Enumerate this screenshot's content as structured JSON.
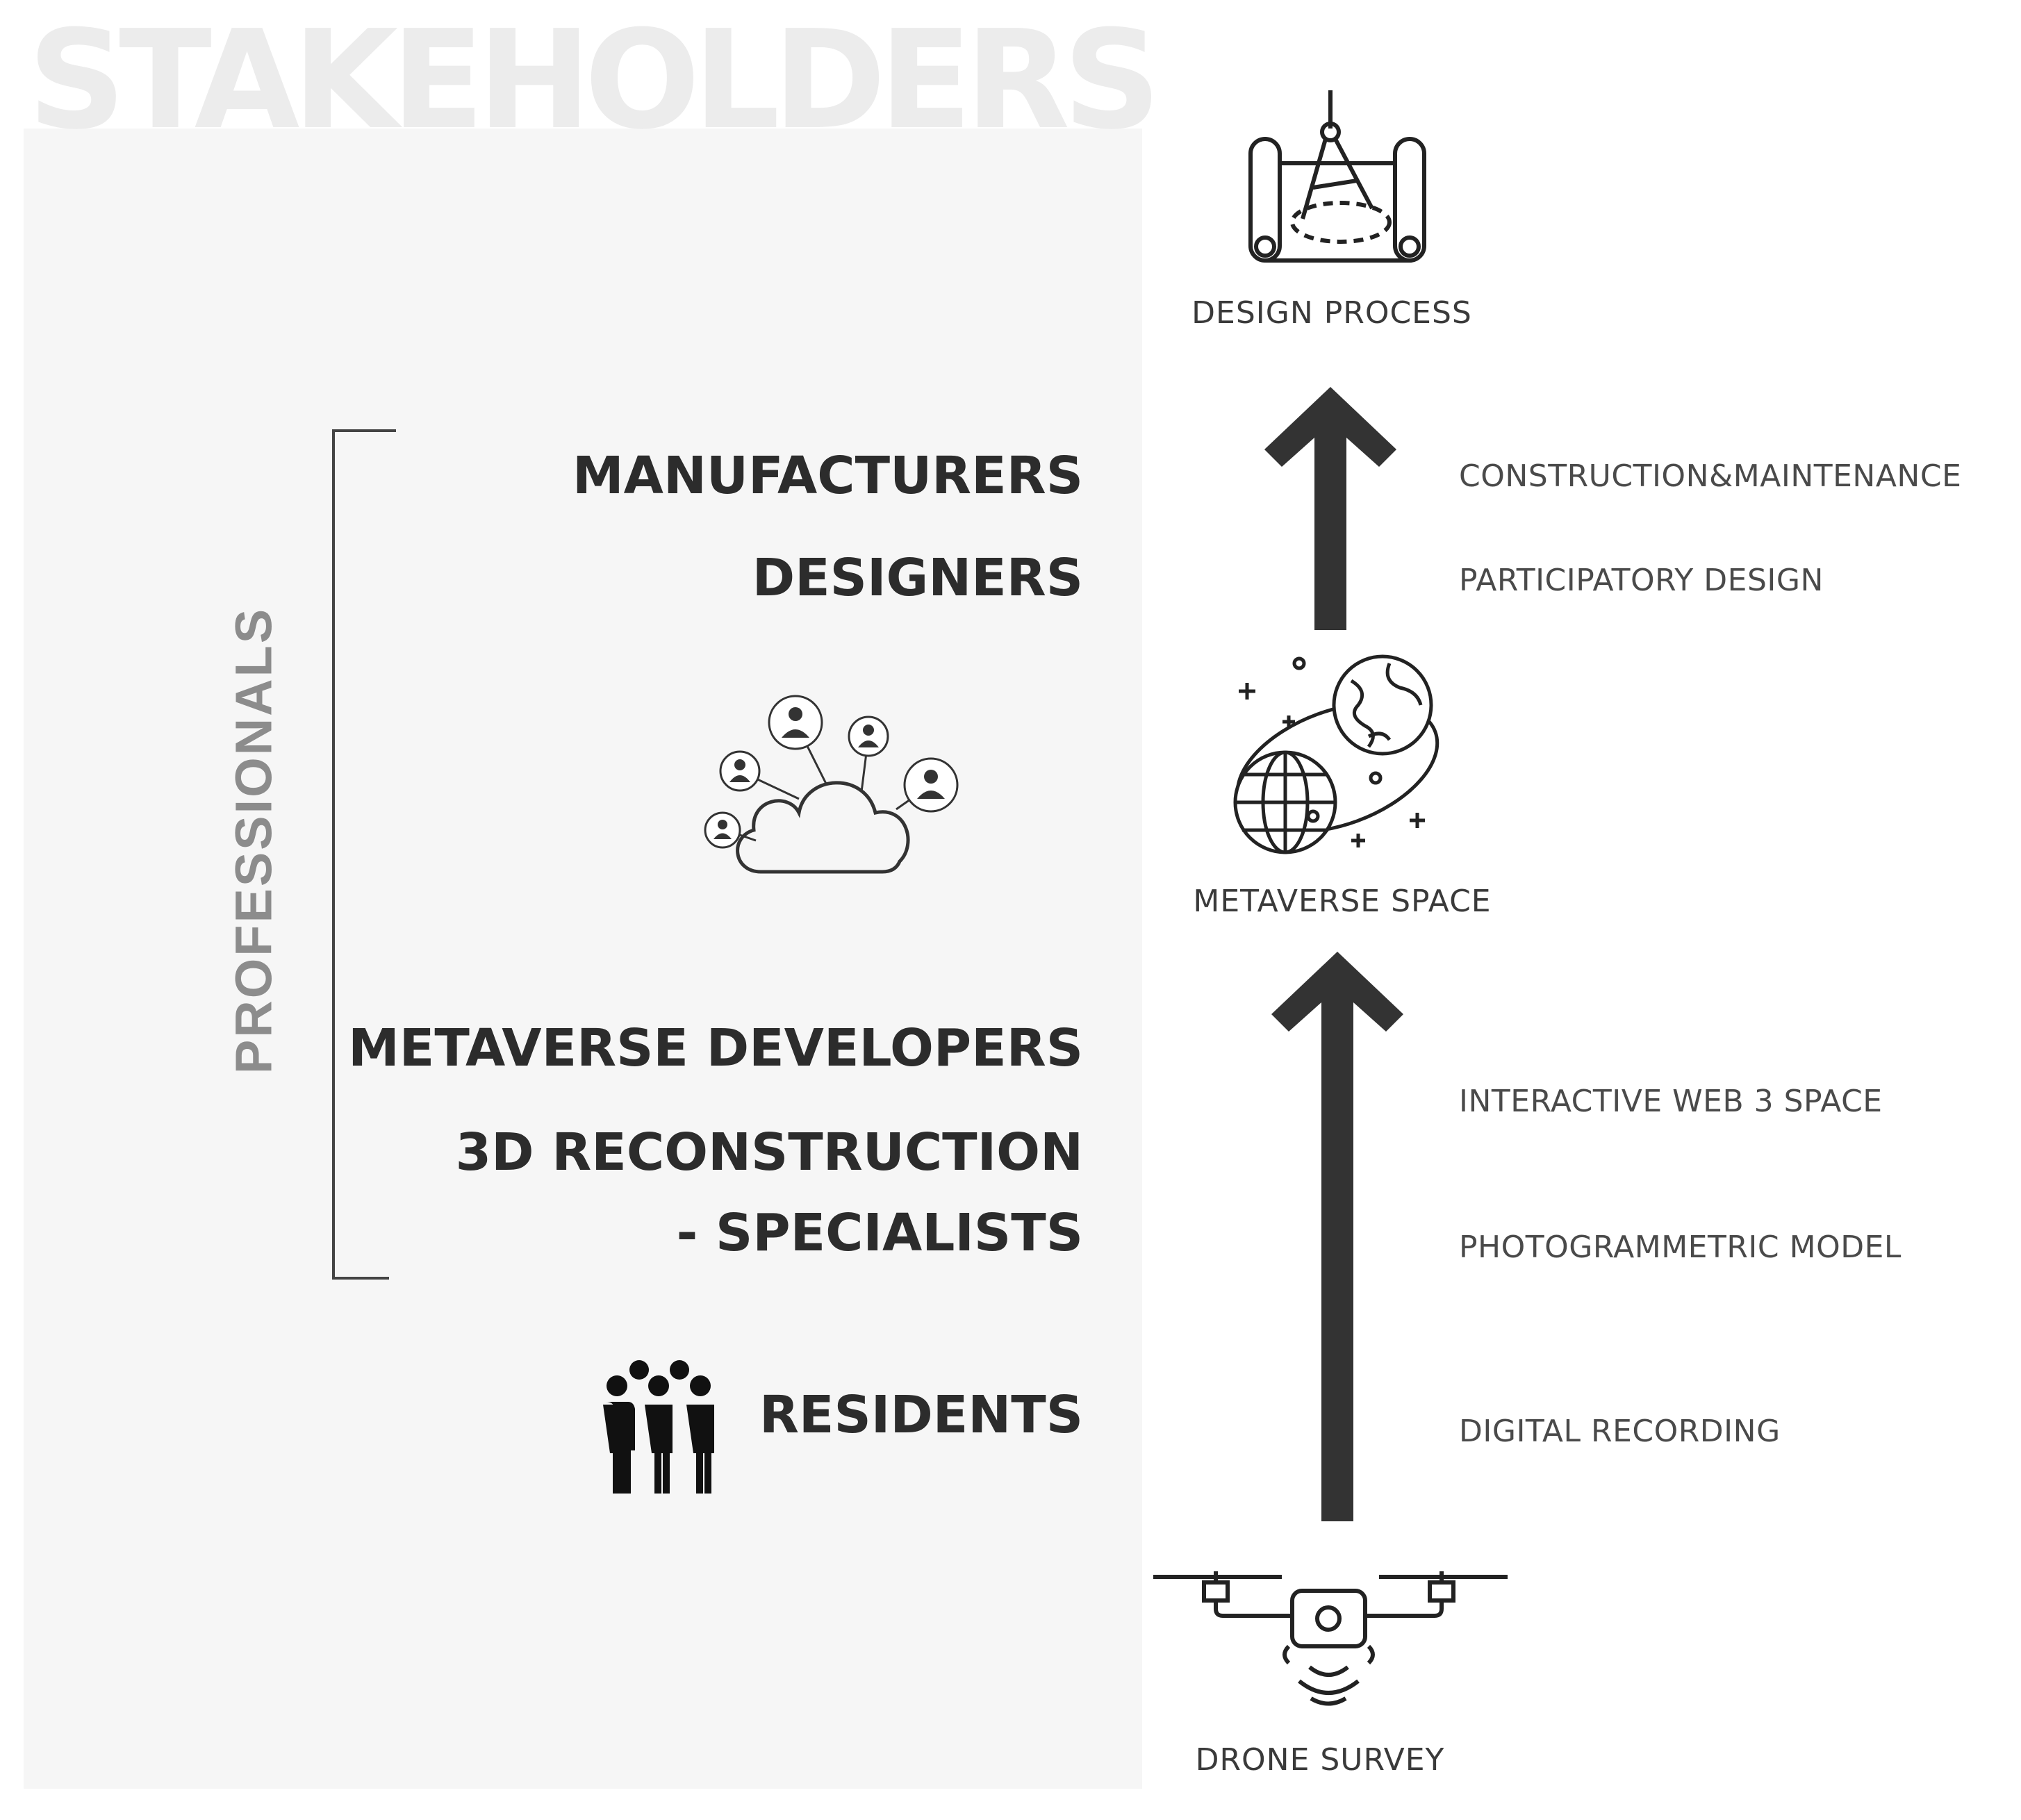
{
  "title": "STAKEHOLDERS",
  "group_label": "PROFESSIONALS",
  "stakeholders": {
    "manufacturers": "MANUFACTURERS",
    "designers": "DESIGNERS",
    "metaverse_developers": "METAVERSE DEVELOPERS",
    "reconstruction_line1": "3D RECONSTRUCTION",
    "reconstruction_line2": "- SPECIALISTS",
    "residents": "RESIDENTS"
  },
  "process_nodes": {
    "design_process": "DESIGN PROCESS",
    "metaverse_space": "METAVERSE SPACE",
    "drone_survey": "DRONE SURVEY"
  },
  "upper_steps": [
    "CONSTRUCTION&MAINTENANCE",
    "PARTICIPATORY DESIGN"
  ],
  "lower_steps": [
    "INTERACTIVE WEB 3 SPACE",
    "PHOTOGRAMMETRIC MODEL",
    "DIGITAL RECORDING"
  ],
  "icons": {
    "design_process": "blueprint-compass-icon",
    "metaverse_space": "metaverse-globes-icon",
    "drone_survey": "drone-icon",
    "cloud_network": "cloud-users-icon",
    "residents": "people-group-icon"
  },
  "colors": {
    "panel": "#f6f6f6",
    "title": "#ececec",
    "group_label": "#8c8c8c",
    "arrow": "#333333",
    "text": "#2e2e2e"
  }
}
